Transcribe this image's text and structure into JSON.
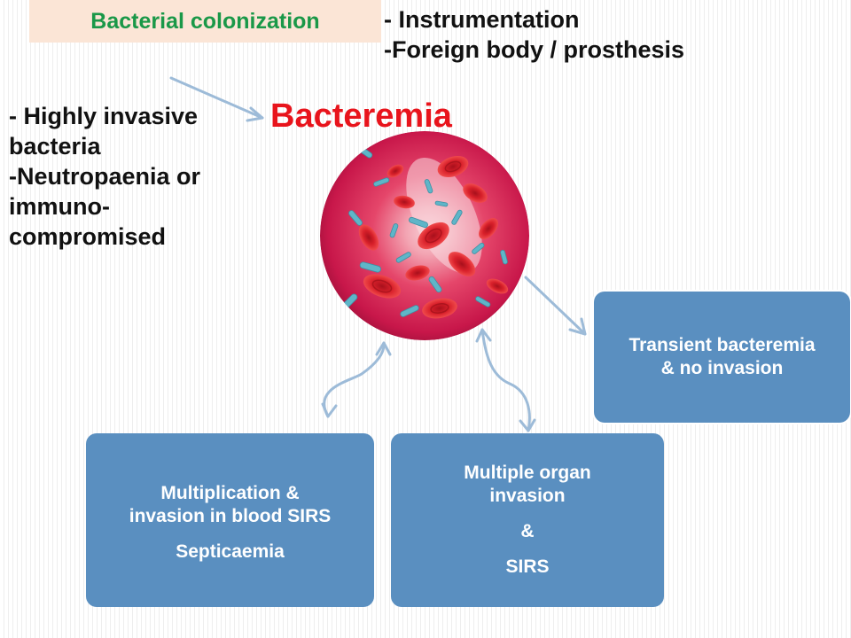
{
  "colonization": {
    "label": "Bacterial colonization"
  },
  "top_factors": [
    "- Instrumentation",
    "-Foreign body / prosthesis"
  ],
  "left_factors": [
    "- Highly invasive bacteria",
    "-Neutropaenia or immuno-compromised"
  ],
  "center": {
    "title": "Bacteremia",
    "image": "blood-vessel-bacteria-illustration"
  },
  "boxes": {
    "transient": {
      "line1": "Transient bacteremia",
      "line2": "& no invasion"
    },
    "septicaemia": {
      "line1": "Multiplication &",
      "line2": "invasion in blood SIRS",
      "line3": "Septicaemia"
    },
    "organ": {
      "line1": "Multiple organ",
      "line2": "invasion",
      "line3": "&",
      "line4": "SIRS"
    }
  },
  "colors": {
    "title_red": "#e8141c",
    "colonization_green": "#1a9848",
    "colonization_bg": "#fbe5d6",
    "box_blue": "#5a8fc0",
    "arrow_blue": "#9dbbd8"
  }
}
